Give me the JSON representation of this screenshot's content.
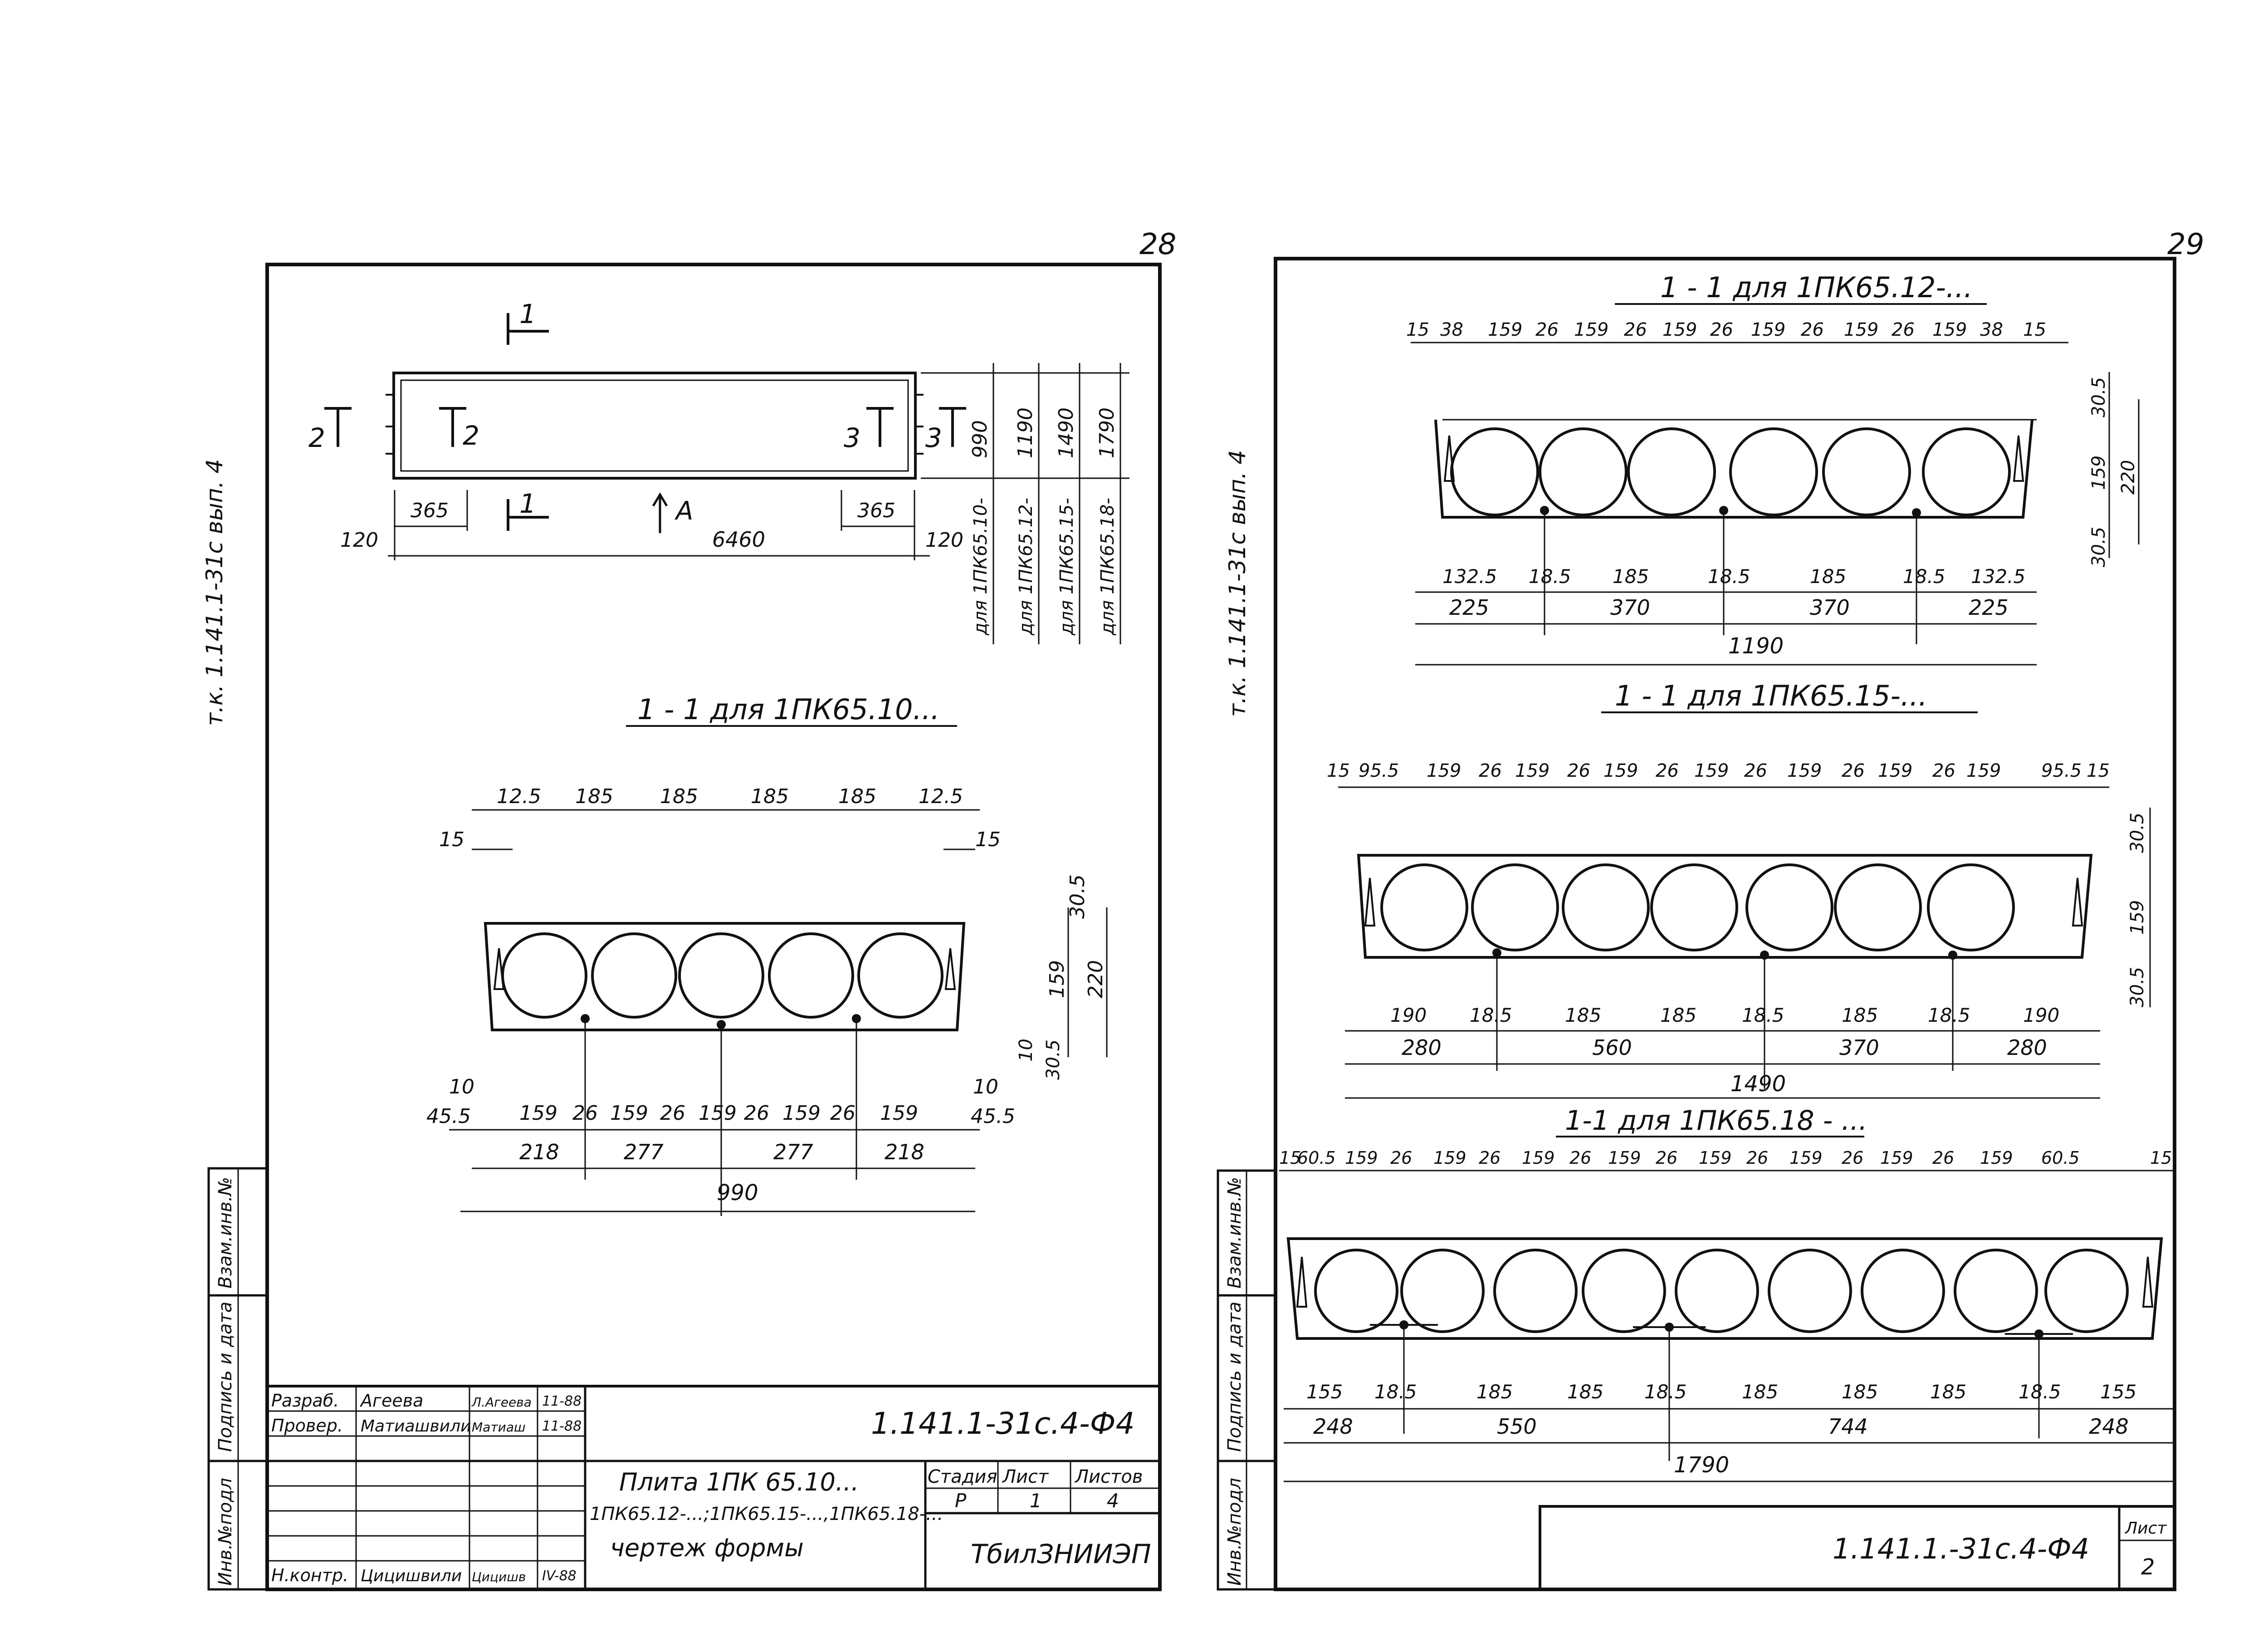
{
  "left_sheet": {
    "page_number": "28",
    "side_code": "т.к. 1.141.1-31с  вып. 4",
    "plan": {
      "sec_1": "1",
      "sec_2": "2",
      "sec_3": "3",
      "view_a": "A",
      "end_365": "365",
      "length_6460": "6460",
      "edge_120": "120",
      "widths": [
        "990",
        "1190",
        "1490",
        "1790"
      ],
      "width_notes": [
        "для 1ПК65.10-",
        "для 1ПК65.12-",
        "для 1ПК65.15-",
        "для 1ПК65.18-"
      ]
    },
    "section_title": "1 - 1  для 1ПК65.10...",
    "top_dims": [
      "12.5",
      "185",
      "185",
      "185",
      "185",
      "12.5"
    ],
    "side_15": "15",
    "height_dims": [
      "30.5",
      "159",
      "220"
    ],
    "bottom_small": [
      "10",
      "30.5"
    ],
    "bottom_row1": [
      "45.5",
      "159",
      "26",
      "159",
      "26",
      "159",
      "26",
      "159",
      "26",
      "159",
      "45.5"
    ],
    "bottom_ten": "10",
    "bottom_row2": [
      "218",
      "277",
      "277",
      "218"
    ],
    "overall": "990"
  },
  "title_block": {
    "side_labels": [
      "Инв.№подл",
      "Подпись и дата",
      "Взам.инв.№"
    ],
    "rows": [
      {
        "role": "Разраб.",
        "name": "Агеева",
        "sign": "Л.Агеева",
        "date": "11-88"
      },
      {
        "role": "Провер.",
        "name": "Матиашвили",
        "sign": "Матиаш",
        "date": "11-88"
      },
      {
        "role": "Н.контр.",
        "name": "Цицишвили",
        "sign": "Цицишв",
        "date": "IV-88"
      }
    ],
    "doc_code": "1.141.1-31с.4-Ф4",
    "name_line1": "Плита 1ПК 65.10...",
    "name_line2": "1ПК65.12-...;1ПК65.15-...,1ПК65.18-...",
    "name_line3": "чертеж формы",
    "stage_header": "Стадия",
    "sheet_header": "Лист",
    "sheets_header": "Листов",
    "stage": "Р",
    "sheet": "1",
    "sheets": "4",
    "org": "ТбилЗНИИЭП"
  },
  "right_sheet": {
    "page_number": "29",
    "side_code": "т.к. 1.141.1-31с  вып. 4",
    "side_labels": [
      "Инв.№подл",
      "Подпись и дата",
      "Взам.инв.№"
    ],
    "sec12": {
      "title": "1 - 1  для 1ПК65.12-...",
      "top_dims": [
        "15",
        "38",
        "159",
        "26",
        "159",
        "26",
        "159",
        "26",
        "159",
        "26",
        "159",
        "26",
        "159",
        "38",
        "15"
      ],
      "right_dims": [
        "30.5",
        "159",
        "220",
        "30.5"
      ],
      "row1": [
        "132.5",
        "18.5",
        "185",
        "18.5",
        "185",
        "18.5",
        "132.5"
      ],
      "row2": [
        "225",
        "370",
        "370",
        "225"
      ],
      "overall": "1190"
    },
    "sec15": {
      "title": "1 - 1  для 1ПК65.15-...",
      "top_dims": [
        "15",
        "95.5",
        "159",
        "26",
        "159",
        "26",
        "159",
        "26",
        "159",
        "26",
        "159",
        "26",
        "159",
        "26",
        "159",
        "95.5",
        "15"
      ],
      "right_dims": [
        "30.5",
        "159",
        "30.5"
      ],
      "row1": [
        "190",
        "18.5",
        "185",
        "185",
        "18.5",
        "185",
        "18.5",
        "190"
      ],
      "row2": [
        "280",
        "560",
        "370",
        "280"
      ],
      "overall": "1490"
    },
    "sec18": {
      "title": "1-1  для 1ПК65.18 - ...",
      "top_dims": [
        "15",
        "60.5",
        "159",
        "26",
        "159",
        "26",
        "159",
        "26",
        "159",
        "26",
        "159",
        "26",
        "159",
        "26",
        "159",
        "26",
        "159",
        "60.5",
        "15"
      ],
      "row1": [
        "155",
        "18.5",
        "185",
        "185",
        "18.5",
        "185",
        "185",
        "185",
        "18.5",
        "155"
      ],
      "row2": [
        "248",
        "550",
        "744",
        "248"
      ],
      "overall": "1790"
    },
    "doc_code": "1.141.1.-31с.4-Ф4",
    "sheet_label": "Лист",
    "sheet_no": "2"
  }
}
